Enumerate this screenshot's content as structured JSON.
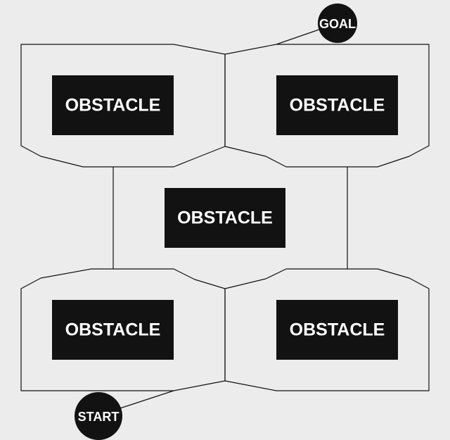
{
  "colors": {
    "background": "#ececec",
    "obstacle": "#121212",
    "line": "#111111",
    "text": "#ffffff"
  },
  "diagram": {
    "goal_label": "GOAL",
    "start_label": "START",
    "obstacles": [
      {
        "label": "OBSTACLE"
      },
      {
        "label": "OBSTACLE"
      },
      {
        "label": "OBSTACLE"
      },
      {
        "label": "OBSTACLE"
      },
      {
        "label": "OBSTACLE"
      }
    ]
  }
}
